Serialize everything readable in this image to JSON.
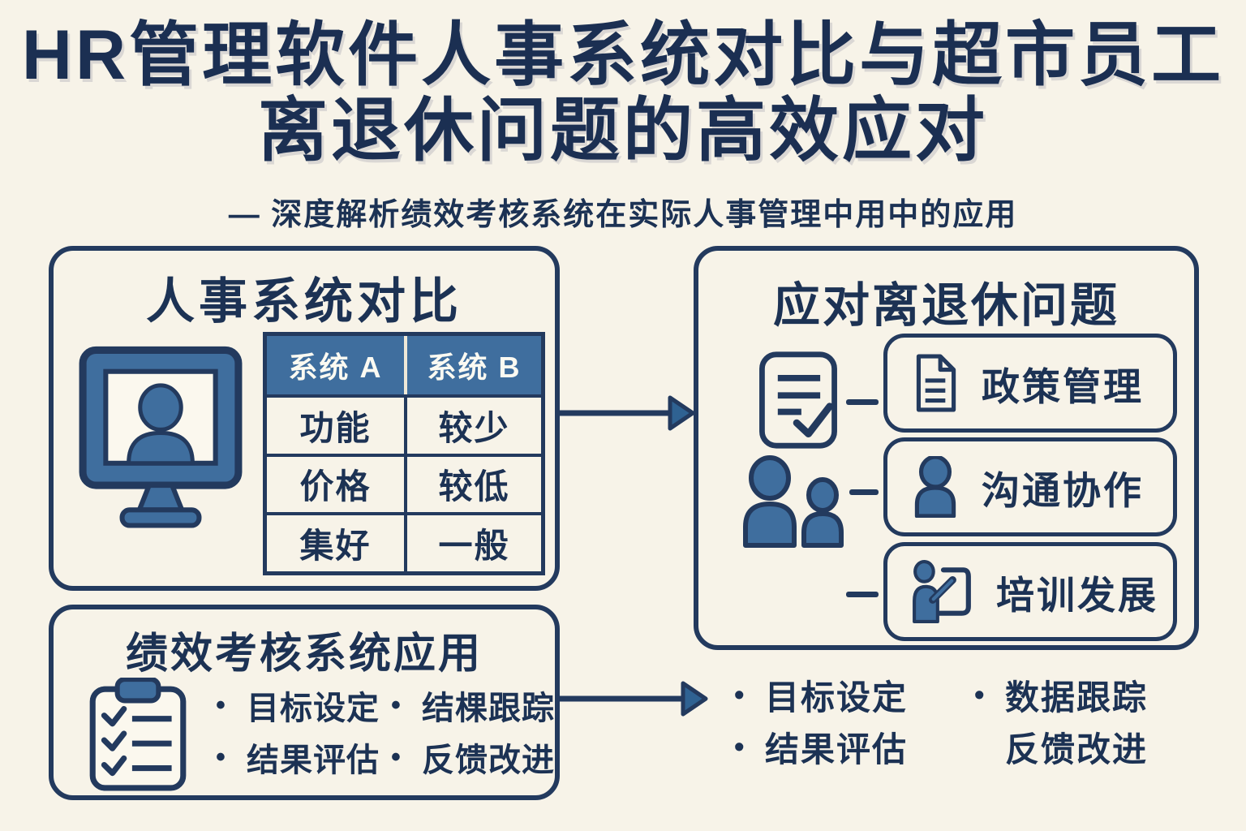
{
  "colors": {
    "background": "#f7f3e8",
    "navy": "#233a5e",
    "text_navy": "#1c3254",
    "blue": "#3f6e9e",
    "arrow_fill": "#2f6292",
    "table_header_bg": "#3f6e9e",
    "table_header_text": "#fbfaf2",
    "screen_white": "#fbf8ee"
  },
  "header": {
    "title_line1": "HR管理软件人事系统对比与超市员工",
    "title_line2": "离退休问题的高效应对",
    "subtitle": "— 深度解析绩效考核系统在实际人事管理中用中的应用"
  },
  "comparison_box": {
    "title": "人事系统对比",
    "icon": "monitor-user-icon",
    "table": {
      "headers": [
        "系统 A",
        "系统 B"
      ],
      "rows": [
        [
          "功能",
          "较少"
        ],
        [
          "价格",
          "较低"
        ],
        [
          "集好",
          "一般"
        ]
      ]
    }
  },
  "retirement_box": {
    "title": "应对离退休问题",
    "side_icons": [
      "document-check-icon",
      "people-icon"
    ],
    "items": [
      {
        "icon": "document-icon",
        "label": "政策管理"
      },
      {
        "icon": "person-icon",
        "label": "沟通协作"
      },
      {
        "icon": "trainer-icon",
        "label": "培训发展"
      }
    ]
  },
  "performance_box": {
    "title": "绩效考核系统应用",
    "icon": "clipboard-checklist-icon",
    "bullets": [
      {
        "dot": "•",
        "label": "目标设定"
      },
      {
        "dot": "•",
        "label": "结棵跟踪"
      },
      {
        "dot": "•",
        "label": "结果评估"
      },
      {
        "dot": "•",
        "label": "反馈改进"
      }
    ]
  },
  "outcome_list": {
    "bullets": [
      {
        "dot": "•",
        "label": "目标设定"
      },
      {
        "dot": "•",
        "label": "数据跟踪"
      },
      {
        "dot": "•",
        "label": "结果评估"
      },
      {
        "dot": "",
        "label": "反馈改进"
      }
    ]
  }
}
